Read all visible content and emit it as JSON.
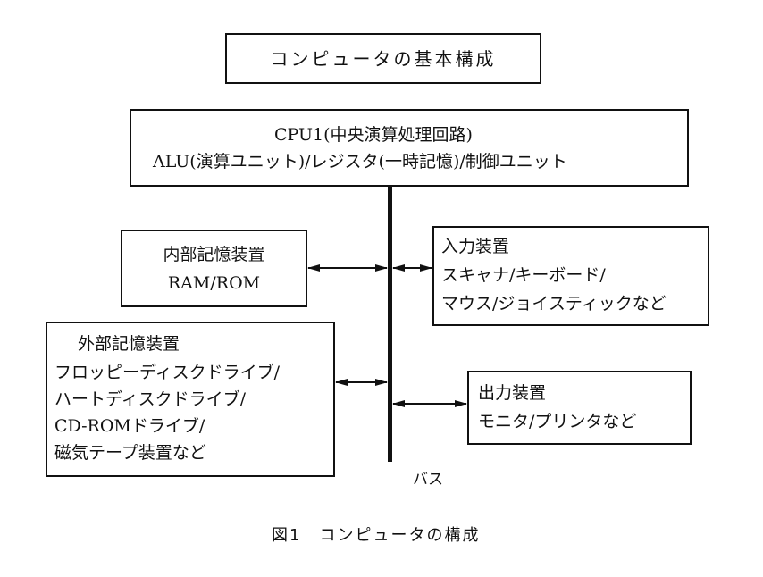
{
  "title": "コンピュータの基本構成",
  "cpu": {
    "line1": "CPU1(中央演算処理回路)",
    "line2": "ALU(演算ユニット)/レジスタ(一時記憶)/制御ユニット"
  },
  "internal_memory": {
    "line1": "内部記憶装置",
    "line2": "RAM/ROM"
  },
  "input_device": {
    "line1": "入力装置",
    "line2": "スキャナ/キーボード/",
    "line3": "マウス/ジョイスティックなど"
  },
  "external_memory": {
    "line1": "外部記憶装置",
    "line2": "フロッピーディスクドライブ/",
    "line3": "ハートディスクドライブ/",
    "line4": "CD-ROMドライブ/",
    "line5": "磁気テープ装置など"
  },
  "output_device": {
    "line1": "出力装置",
    "line2": "モニタ/プリンタなど"
  },
  "bus_label": "バス",
  "caption": "図1　コンピュータの構成",
  "connections": [
    {
      "from": "cpu",
      "to": "bus",
      "type": "line"
    },
    {
      "from": "internal_memory",
      "to": "bus",
      "type": "bidirectional-arrow"
    },
    {
      "from": "bus",
      "to": "input_device",
      "type": "bidirectional-arrow"
    },
    {
      "from": "external_memory",
      "to": "bus",
      "type": "bidirectional-arrow"
    },
    {
      "from": "bus",
      "to": "output_device",
      "type": "bidirectional-arrow"
    }
  ]
}
